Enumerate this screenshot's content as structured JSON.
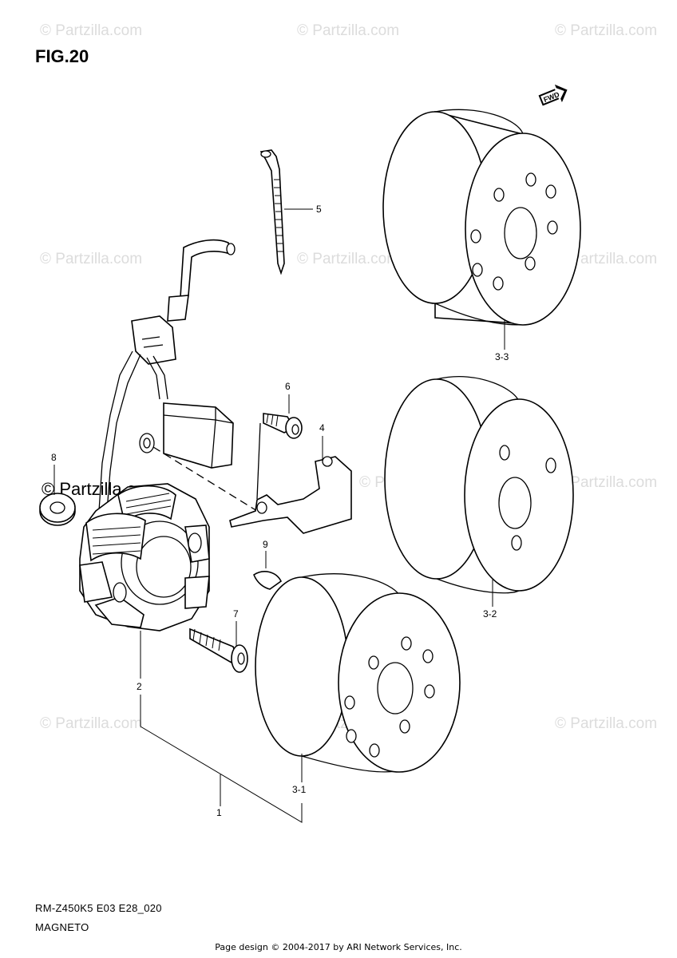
{
  "figure": {
    "title": "FIG.20",
    "model_code": "RM-Z450K5 E03 E28_020",
    "section_name": "MAGNETO",
    "fwd_badge": "FWD"
  },
  "watermark": {
    "text": "© Partzilla.com",
    "prominent_text": "© Partzilla.com"
  },
  "callouts": {
    "c1": "1",
    "c2": "2",
    "c3_1": "3-1",
    "c3_2": "3-2",
    "c3_3": "3-3",
    "c4": "4",
    "c5": "5",
    "c6": "6",
    "c7": "7",
    "c8": "8",
    "c9": "9"
  },
  "footer": {
    "text": "Page design © 2004-2017 by ARI Network Services, Inc."
  }
}
